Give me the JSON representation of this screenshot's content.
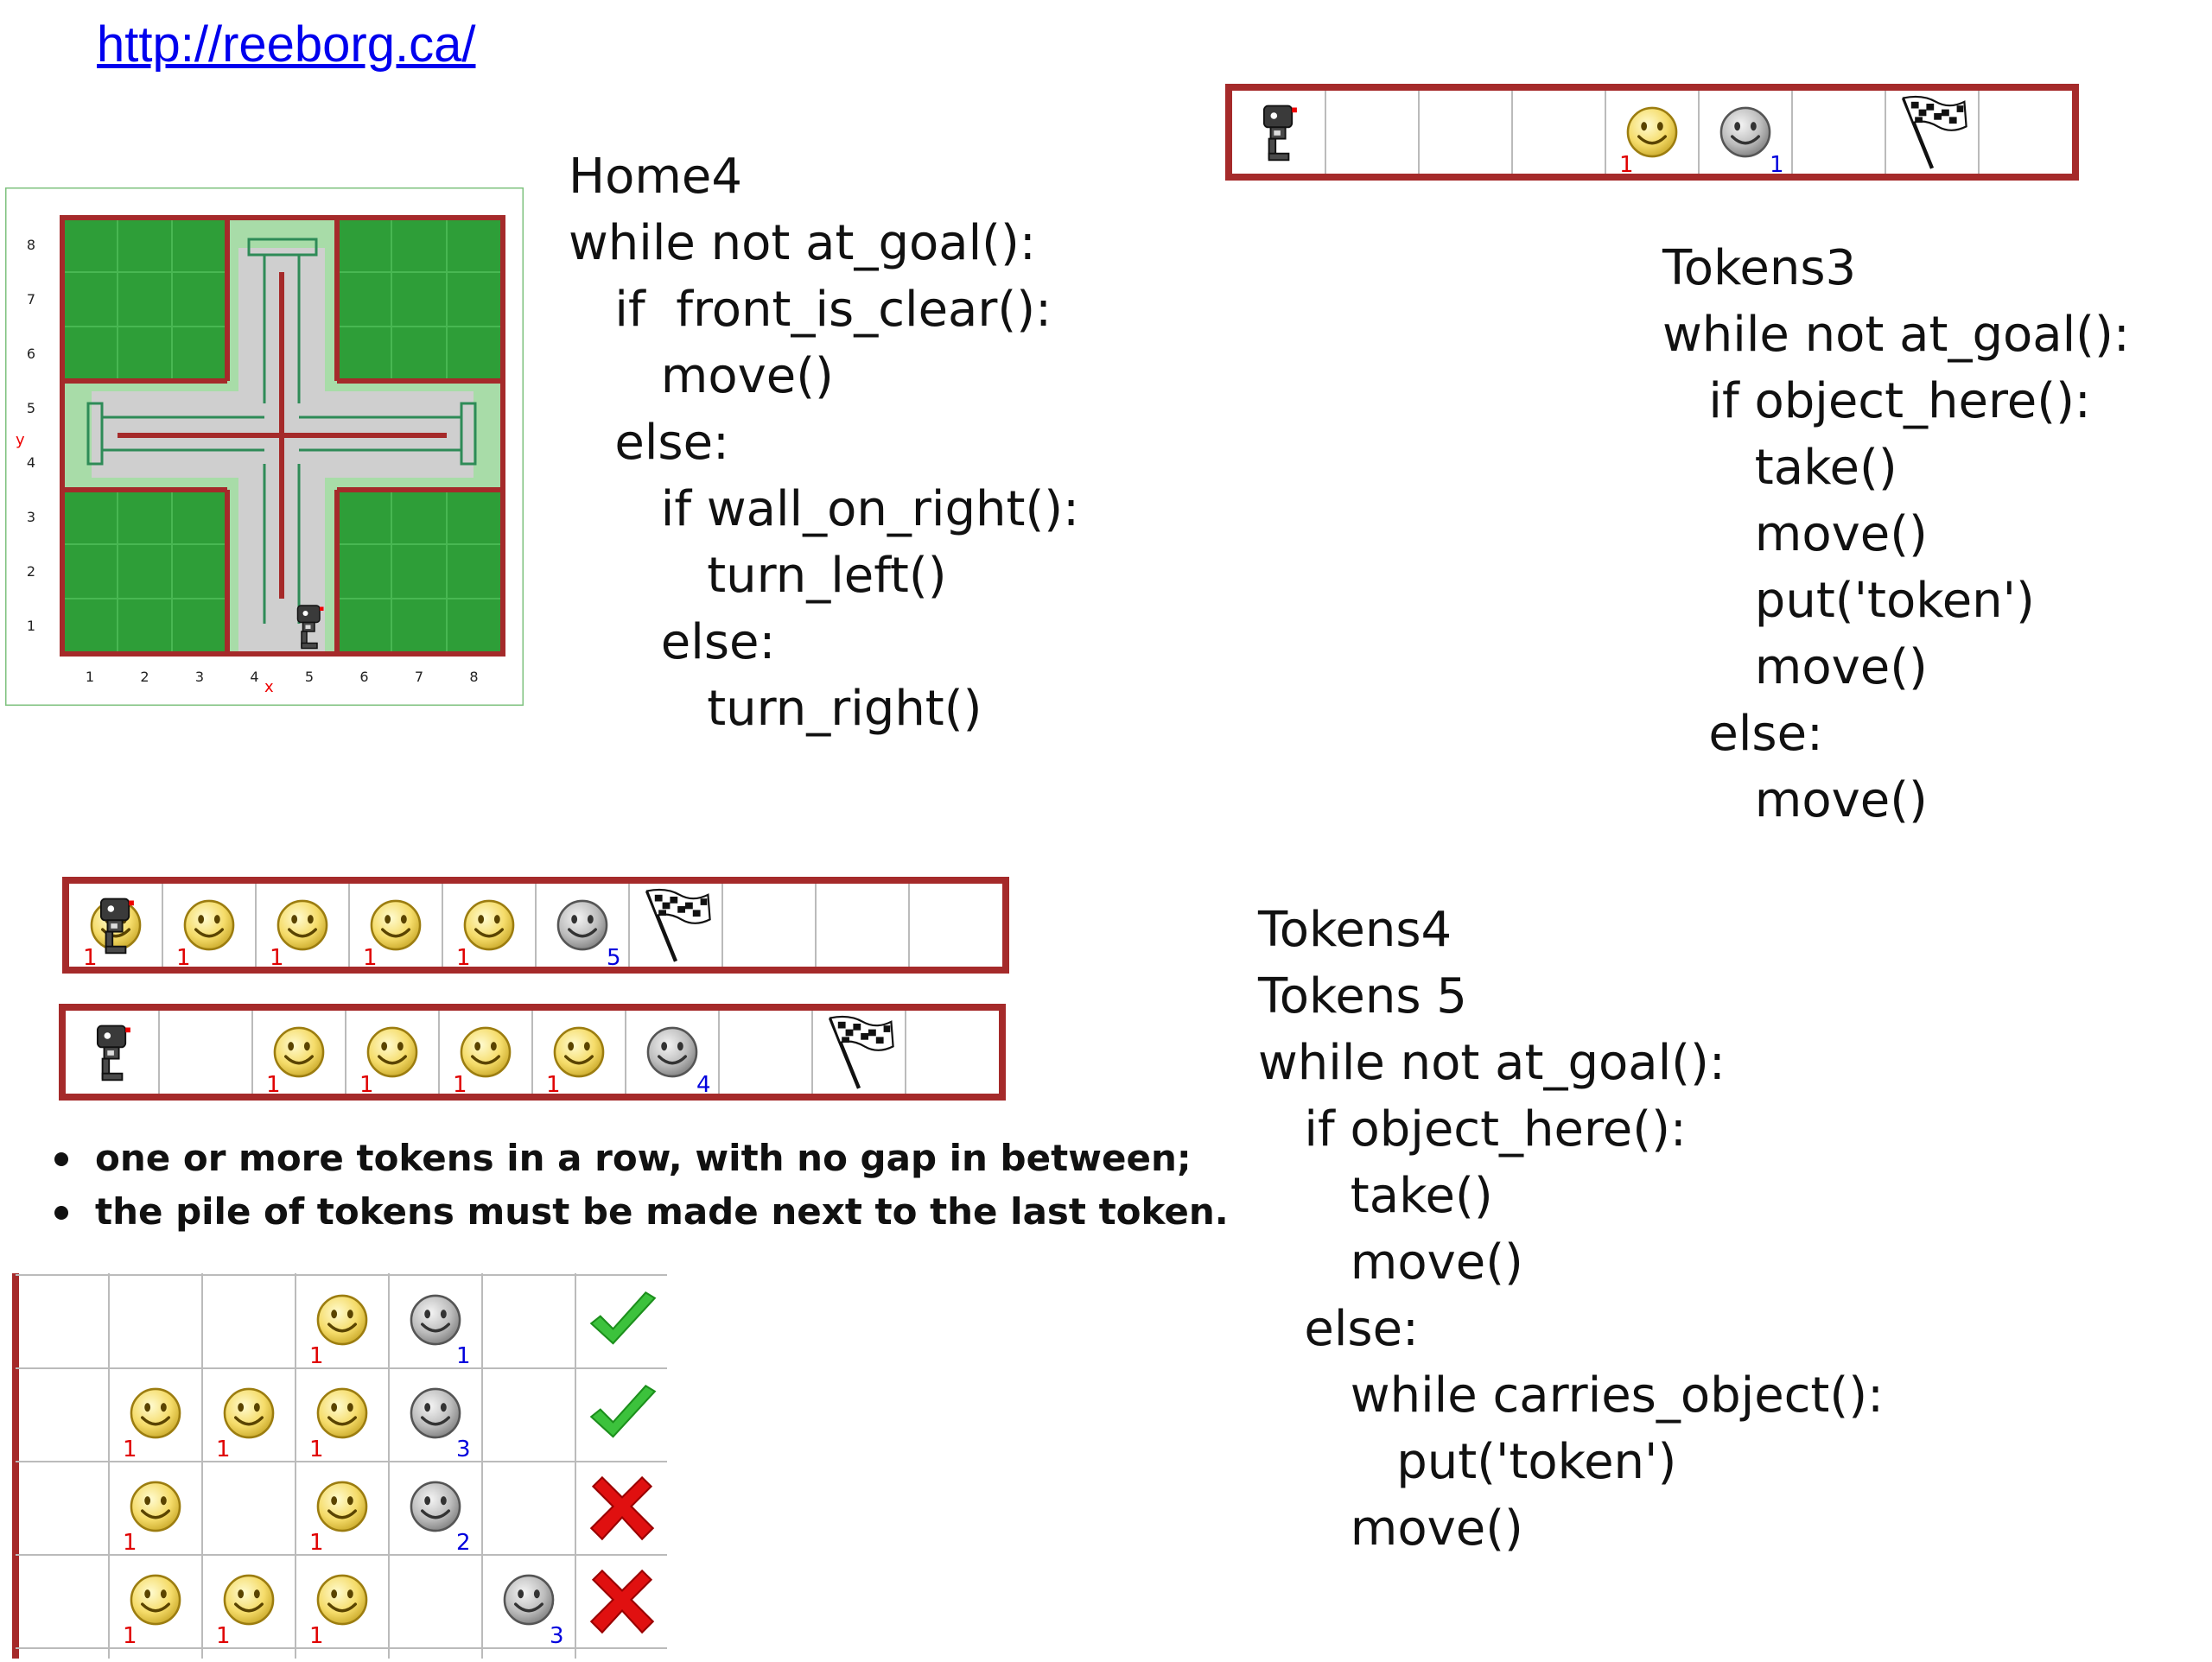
{
  "link": {
    "text": "http://reeborg.ca/"
  },
  "home4": {
    "code_lines": [
      "Home4",
      "while not at_goal():",
      "   if  front_is_clear():",
      "      move()",
      "   else:",
      "      if wall_on_right():",
      "         turn_left()",
      "      else:",
      "         turn_right()"
    ],
    "grid": {
      "x_labels": [
        "1",
        "2",
        "3",
        "4",
        "5",
        "6",
        "7",
        "8"
      ],
      "y_labels": [
        "8",
        "7",
        "6",
        "5",
        "4",
        "3",
        "2",
        "1"
      ],
      "x_axis": "x",
      "y_axis": "y"
    }
  },
  "tokens3": {
    "code_lines": [
      "Tokens3",
      "while not at_goal():",
      "   if object_here():",
      "      take()",
      "      move()",
      "      put('token')",
      "      move()",
      "   else:",
      "      move()"
    ],
    "world": {
      "cells": [
        "robot",
        "",
        "",
        "",
        "token",
        "pile",
        "",
        "flag",
        ""
      ],
      "counts": [
        "",
        "",
        "",
        "",
        "1",
        "1",
        "",
        "",
        ""
      ]
    }
  },
  "tokens4": {
    "code_lines": [
      "Tokens4",
      "Tokens 5",
      "while not at_goal():",
      "   if object_here():",
      "      take()",
      "      move()",
      "   else:",
      "      while carries_object():",
      "         put('token')",
      "      move()"
    ],
    "world_a": {
      "cells": [
        "robot-token",
        "token",
        "token",
        "token",
        "token",
        "pile",
        "flag",
        "",
        "",
        ""
      ],
      "counts": [
        "1",
        "1",
        "1",
        "1",
        "1",
        "5",
        "",
        "",
        "",
        ""
      ]
    },
    "world_b": {
      "cells": [
        "robot",
        "",
        "token",
        "token",
        "token",
        "token",
        "pile",
        "",
        "flag",
        ""
      ],
      "counts": [
        "",
        "",
        "1",
        "1",
        "1",
        "1",
        "4",
        "",
        "",
        ""
      ]
    }
  },
  "rules": {
    "items": [
      "one or more tokens in a row, with no gap in between;",
      "the pile of tokens must be made next to the last token."
    ]
  },
  "examples": {
    "rows": [
      {
        "cells": [
          "",
          "",
          "",
          "token",
          "pile",
          "",
          ""
        ],
        "counts": [
          "",
          "",
          "",
          "1",
          "1",
          "",
          ""
        ],
        "result": "check-icon"
      },
      {
        "cells": [
          "",
          "token",
          "token",
          "token",
          "pile",
          "",
          ""
        ],
        "counts": [
          "",
          "1",
          "1",
          "1",
          "3",
          "",
          ""
        ],
        "result": "check-icon"
      },
      {
        "cells": [
          "",
          "token",
          "",
          "token",
          "pile",
          "",
          ""
        ],
        "counts": [
          "",
          "1",
          "",
          "1",
          "2",
          "",
          ""
        ],
        "result": "cross-icon"
      },
      {
        "cells": [
          "",
          "token",
          "token",
          "token",
          "",
          "pile",
          ""
        ],
        "counts": [
          "",
          "1",
          "1",
          "1",
          "",
          "3",
          ""
        ],
        "result": "cross-icon"
      }
    ]
  },
  "colors": {
    "wall": "#a52a2a",
    "grass": "#2e9e38",
    "link": "#0000ee",
    "token_count": "#e00000",
    "pile_count": "#0000dd",
    "check": "#3cc23c",
    "cross": "#e01010"
  }
}
